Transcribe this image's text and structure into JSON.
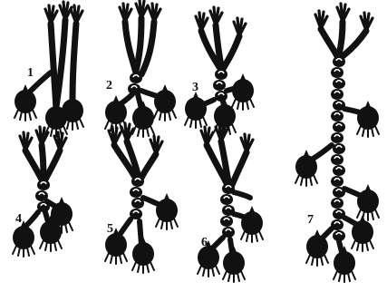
{
  "figure": {
    "steps": [
      {
        "label": "1"
      },
      {
        "label": "2"
      },
      {
        "label": "3"
      },
      {
        "label": "4"
      },
      {
        "label": "5"
      },
      {
        "label": "6"
      },
      {
        "label": "7"
      }
    ],
    "footnote": "",
    "colors": {
      "ink": "#111111",
      "background": "#ffffff"
    }
  }
}
